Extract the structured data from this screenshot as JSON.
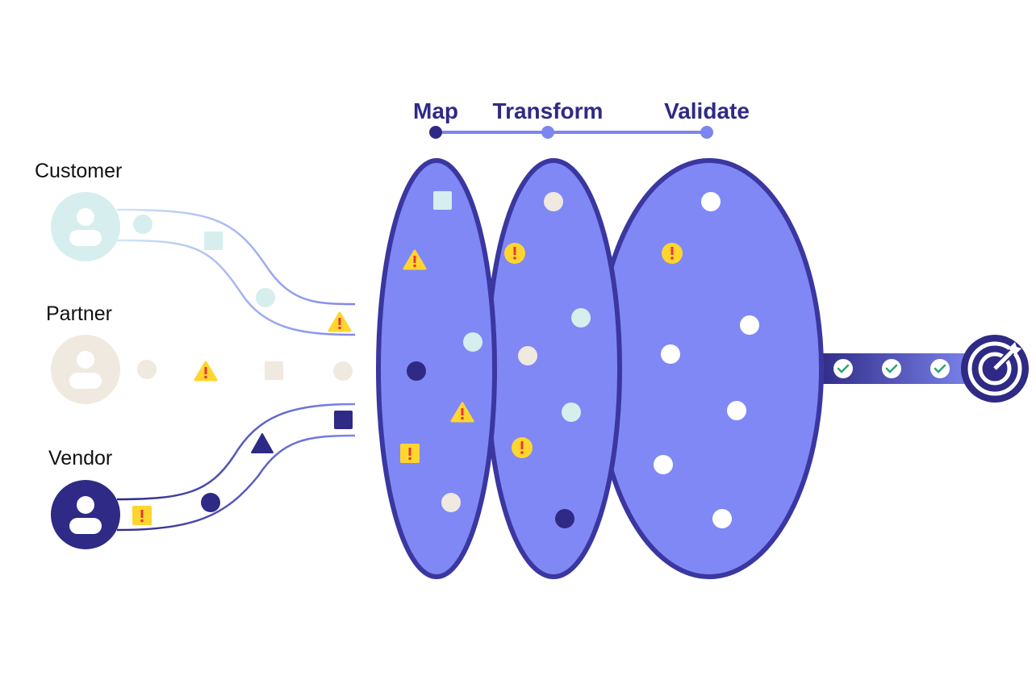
{
  "sources": [
    {
      "label": "Customer",
      "color": "#d6eeee"
    },
    {
      "label": "Partner",
      "color": "#efe9e0"
    },
    {
      "label": "Vendor",
      "color": "#2e2a85"
    }
  ],
  "stages": [
    {
      "label": "Map"
    },
    {
      "label": "Transform"
    },
    {
      "label": "Validate"
    }
  ],
  "colors": {
    "primary_dark": "#2e2a85",
    "lens_fill": "#8088f5",
    "lens_stroke": "#4643b0",
    "line": "#7d85ee",
    "warning": "#ffd52e",
    "warning_mark": "#e5383b",
    "check": "#2fa37a"
  },
  "output": {
    "icon": "target-icon",
    "checks": 3
  }
}
